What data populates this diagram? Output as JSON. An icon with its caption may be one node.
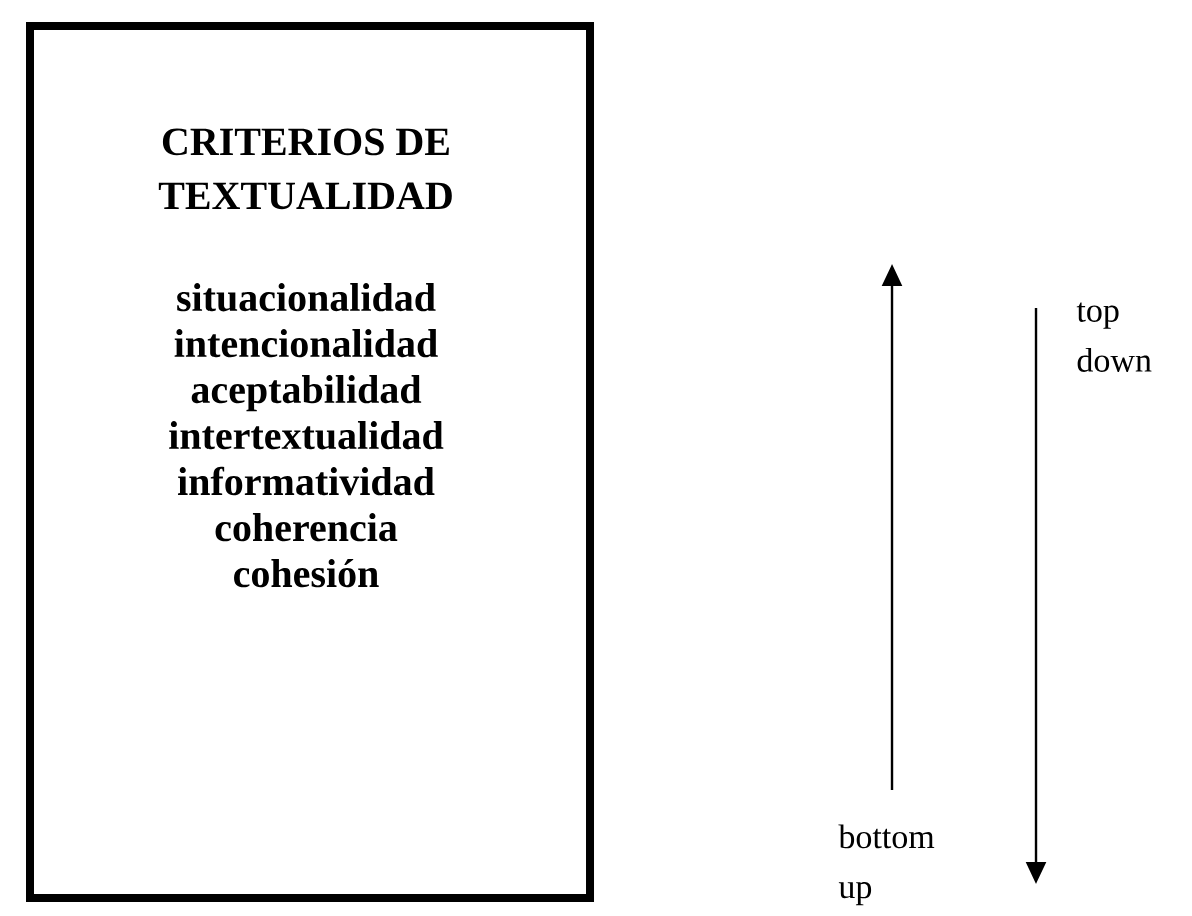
{
  "diagram": {
    "nodes": [
      {
        "text": [
          "CRITERIOS DE TEXTUALIDAD",
          "situacionalidad",
          "intencionalidad",
          "aceptabilidad",
          "intertextualidad",
          "informatividad",
          "coherencia",
          "cohesión"
        ]
      },
      {
        "text": [
          "bottom up"
        ]
      },
      {
        "text": [
          "top down"
        ]
      }
    ],
    "edges": [
      {
        "from": 1,
        "to": null,
        "arrow": "to"
      },
      {
        "from": 2,
        "to": null,
        "arrow": "to"
      }
    ]
  }
}
